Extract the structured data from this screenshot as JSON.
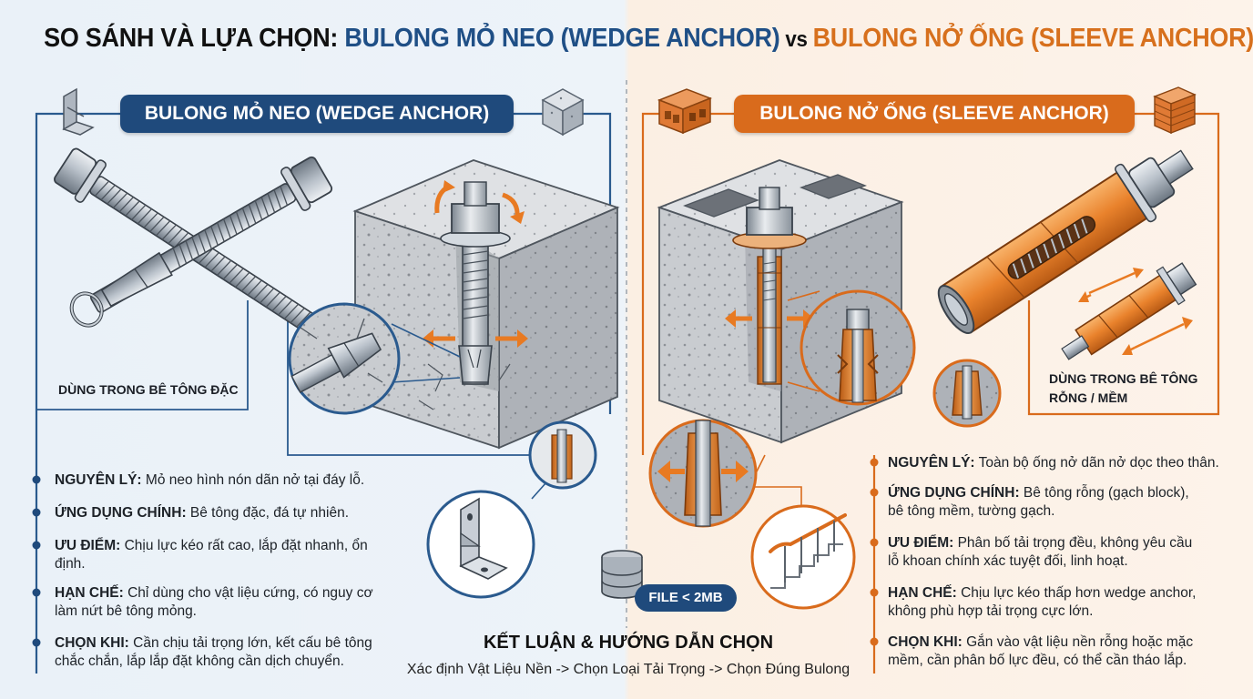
{
  "title": {
    "part1": "SO SÁNH VÀ LỰA CHỌN: ",
    "part2": "BULONG MỎ NEO (WEDGE ANCHOR)",
    "part3": " vs ",
    "part4": "BULONG NỞ ỐNG (SLEEVE ANCHOR)"
  },
  "left": {
    "header": "BULONG MỎ NEO (WEDGE ANCHOR)",
    "usage_note": "DÙNG TRONG BÊ TÔNG ĐẶC",
    "facts": [
      {
        "label": "NGUYÊN LÝ:",
        "lines": [
          "Mỏ neo hình nón dãn nở tại đáy lỗ."
        ]
      },
      {
        "label": "ỨNG DỤNG CHÍNH:",
        "lines": [
          "Bê tông đặc, đá tự nhiên."
        ]
      },
      {
        "label": "ƯU ĐIỂM:",
        "lines": [
          "Chịu lực kéo rất cao, lắp đặt nhanh, ổn",
          "định."
        ]
      },
      {
        "label": "HẠN CHẾ:",
        "lines": [
          "Chỉ dùng cho vật liệu cứng, có nguy cơ",
          "làm nứt bê tông mỏng."
        ]
      },
      {
        "label": "CHỌN KHI:",
        "lines": [
          "Cần chịu tải trọng lớn, kết cấu bê tông",
          "chắc chắn, lắp lắp đặt không cần dịch chuyển."
        ]
      }
    ],
    "accent": "#1f4a7c"
  },
  "right": {
    "header": "BULONG NỞ ỐNG (SLEEVE ANCHOR)",
    "usage_note_line1": "DÙNG TRONG BÊ TÔNG",
    "usage_note_line2": "RỖNG / MỀM",
    "facts": [
      {
        "label": "NGUYÊN LÝ:",
        "lines": [
          "Toàn bộ ống nở dãn nở dọc theo thân."
        ]
      },
      {
        "label": "ỨNG DỤNG CHÍNH:",
        "lines": [
          "Bê tông rỗng (gạch block),",
          "bê tông mềm, tường gạch."
        ]
      },
      {
        "label": "ƯU ĐIỂM:",
        "lines": [
          "Phân bố tải trọng đều, không yêu cầu",
          "lỗ khoan chính xác tuyệt đối, linh hoạt."
        ]
      },
      {
        "label": "HẠN CHẾ:",
        "lines": [
          "Chịu lực kéo thấp hơn wedge anchor,",
          "không phù hợp tải trọng cực lớn."
        ]
      },
      {
        "label": "CHỌN KHI:",
        "lines": [
          "Gắn vào vật liệu nền rỗng hoặc mặc",
          "mềm, cần phân bố lực đều, có thể cần tháo lắp."
        ]
      }
    ],
    "accent": "#d96b1c"
  },
  "file_badge": "FILE < 2MB",
  "conclusion": {
    "title": "KẾT LUẬN & HƯỚNG DẪN CHỌN",
    "steps": "Xác định Vật Liệu Nền -> Chọn Loại Tải Trọng -> Chọn Đúng Bulong"
  },
  "icons": [
    "bracket-icon",
    "concrete-cube-icon",
    "brick-block-icon",
    "brick-wall-icon",
    "database-icon",
    "stair-railing-icon",
    "angle-bracket-icon"
  ]
}
